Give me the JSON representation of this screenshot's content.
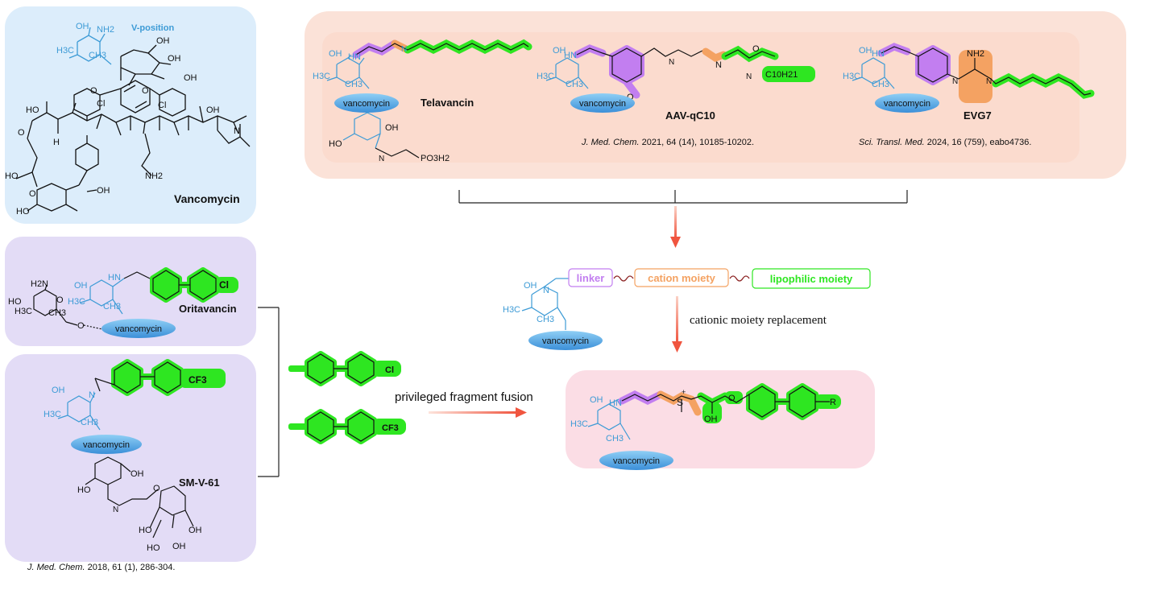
{
  "vancomycin_panel": {
    "title": "Vancomycin",
    "v_position": "V-position",
    "atoms": {
      "oh": "OH",
      "nh2": "NH2",
      "nh": "N",
      "h3c": "H3C",
      "ch3": "CH3",
      "ho": "HO",
      "o": "O",
      "cl": "Cl",
      "h": "H",
      "n": "N"
    }
  },
  "telavancin": {
    "name": "Telavancin",
    "core": "vancomycin",
    "phosphonate": "PO3H2"
  },
  "aav": {
    "name": "AAV-qC10",
    "core": "vancomycin",
    "chain": "C10H21",
    "ref_journal": "J. Med. Chem.",
    "ref_rest": "2021, 64 (14), 10185-10202."
  },
  "evg7": {
    "name": "EVG7",
    "core": "vancomycin",
    "ref_journal": "Sci. Transl. Med.",
    "ref_rest": "2024, 16 (759), eabo4736."
  },
  "oritavancin": {
    "name": "Oritavancin",
    "core": "vancomycin",
    "cl": "Cl"
  },
  "smv61": {
    "name": "SM-V-61",
    "core": "vancomycin",
    "cf3": "CF3",
    "ref_journal": "J. Med. Chem.",
    "ref_rest": "2018, 61 (1), 286-304."
  },
  "design": {
    "core": "vancomycin",
    "linker": "linker",
    "cation": "cation moiety",
    "lipophilic": "lipophilic moiety",
    "replacement": "cationic moiety replacement",
    "fusion": "privileged fragment fusion"
  },
  "fragments": {
    "cl": "Cl",
    "cf3": "CF3"
  },
  "product": {
    "core": "vancomycin",
    "s": "S",
    "oh": "OH",
    "o": "O",
    "r": "R"
  },
  "colors": {
    "blue_bg": "#dcedfb",
    "salmon_bg": "#fbe0d6",
    "purple_bg": "#e2dcf5",
    "pink_bg": "#fbdce4",
    "cyan_struct": "#3d9bd6",
    "green": "#2ee621",
    "orange": "#f4a262",
    "violet": "#c27ef0",
    "arrow": "#f06050"
  }
}
